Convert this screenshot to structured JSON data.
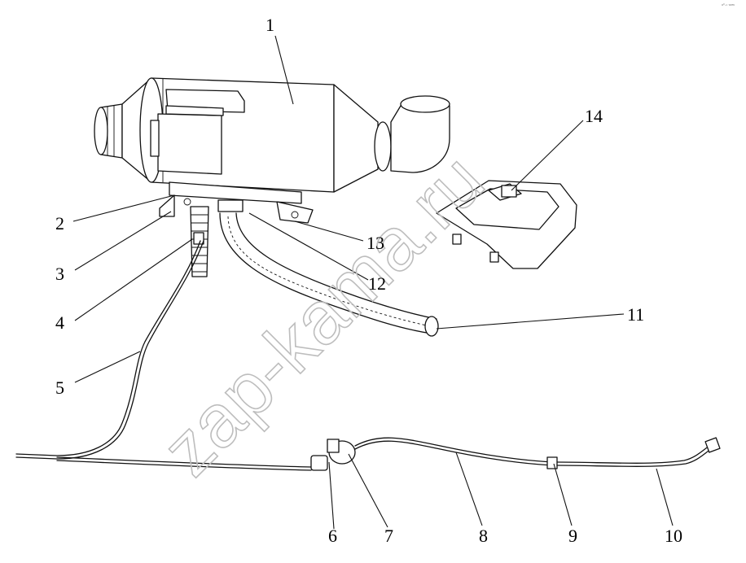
{
  "watermark": "zap-kama.ru",
  "corner_mark": "ᵃ°·ⁿ ʷʷʷ",
  "callouts": [
    {
      "id": "c1",
      "label": "1"
    },
    {
      "id": "c2",
      "label": "2"
    },
    {
      "id": "c3",
      "label": "3"
    },
    {
      "id": "c4",
      "label": "4"
    },
    {
      "id": "c5",
      "label": "5"
    },
    {
      "id": "c6",
      "label": "6"
    },
    {
      "id": "c7",
      "label": "7"
    },
    {
      "id": "c8",
      "label": "8"
    },
    {
      "id": "c9",
      "label": "9"
    },
    {
      "id": "c10",
      "label": "10"
    },
    {
      "id": "c11",
      "label": "11"
    },
    {
      "id": "c12",
      "label": "12"
    },
    {
      "id": "c13",
      "label": "13"
    },
    {
      "id": "c14",
      "label": "14"
    }
  ]
}
